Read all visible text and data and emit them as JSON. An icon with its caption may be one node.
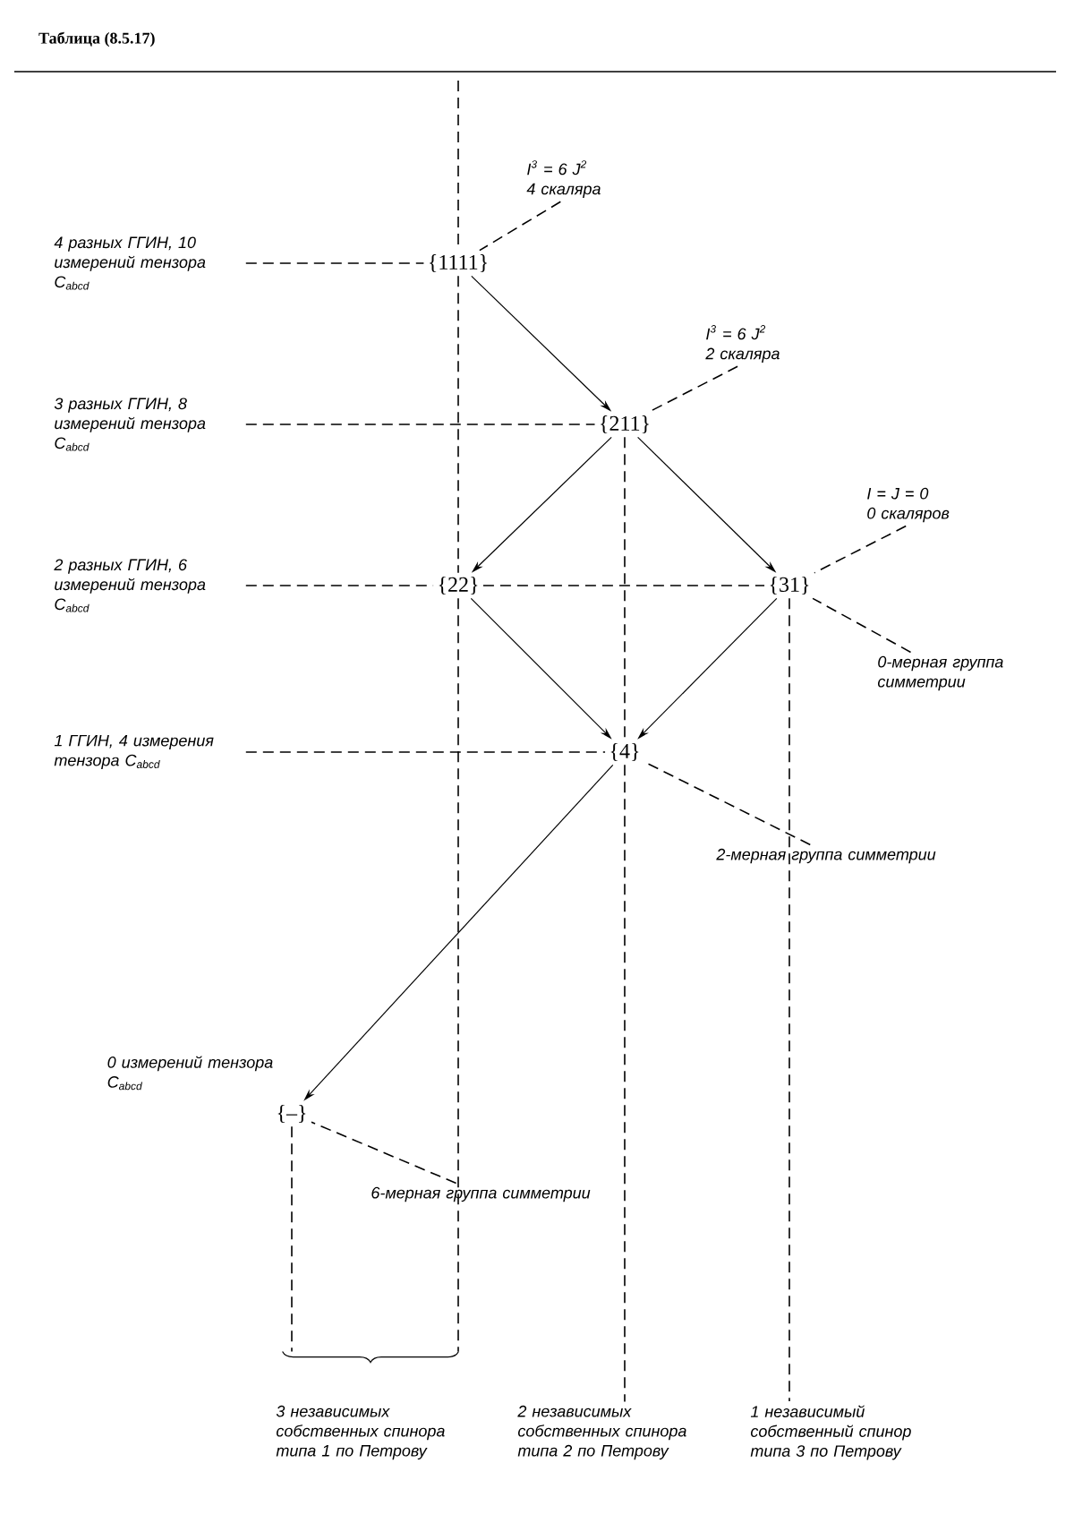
{
  "diagram": {
    "title": "Таблица (8.5.17)",
    "nodes": [
      {
        "text": [
          "4 разных ГГИН, 10 измерений тензора C$_{abcd}$"
        ]
      },
      {
        "text": [
          "{1111}"
        ]
      },
      {
        "text": [
          "I$^{3}$ = 6 J$^{2}$",
          "4 скаляра"
        ]
      },
      {
        "text": [
          "3 разных ГГИН, 8 измерений тензора C$_{abcd}$"
        ]
      },
      {
        "text": [
          "{211}"
        ]
      },
      {
        "text": [
          "I$^{3}$ = 6 J$^{2}$",
          "2 скаляра"
        ]
      },
      {
        "text": [
          "2 разных ГГИН, 6 измерений тензора C$_{abcd}$"
        ]
      },
      {
        "text": [
          "{22}"
        ]
      },
      {
        "text": [
          "{31}"
        ]
      },
      {
        "text": [
          "I = J = 0",
          "0 скаляров"
        ]
      },
      {
        "text": [
          "0-мерная группа симметрии"
        ]
      },
      {
        "text": [
          "1 ГГИН, 4 измерения тензора C$_{abcd}$"
        ]
      },
      {
        "text": [
          "{4}"
        ]
      },
      {
        "text": [
          "2-мерная группа симметрии"
        ]
      },
      {
        "text": [
          "{–}"
        ],
        "beside": [
          "0 измерений тензора C$_{abcd}$"
        ]
      },
      {
        "text": [
          "6-мерная группа симметрии"
        ]
      },
      {
        "text": [],
        "shape": "bracket"
      },
      {
        "text": [
          "3 независимых собственных спинора типа 1 по Петрову"
        ]
      },
      {
        "text": [
          "2 независимых собственных спинора типа 2 по Петрову"
        ]
      },
      {
        "text": [
          "1 независимый собственный спинор типа 3 по Петрову"
        ]
      }
    ],
    "edges": [
      {
        "from": null,
        "to": 1,
        "arrow": "none",
        "style": "dashed"
      },
      {
        "from": 0,
        "to": 1,
        "arrow": "none",
        "style": "dashed"
      },
      {
        "from": 2,
        "to": 1,
        "arrow": "none",
        "style": "dashed"
      },
      {
        "from": 1,
        "to": 4,
        "arrow": "to"
      },
      {
        "from": 1,
        "to": 7,
        "arrow": "none",
        "style": "dashed"
      },
      {
        "from": 3,
        "to": 4,
        "arrow": "none",
        "style": "dashed"
      },
      {
        "from": 5,
        "to": 4,
        "arrow": "none",
        "style": "dashed"
      },
      {
        "from": 4,
        "to": 7,
        "arrow": "to"
      },
      {
        "from": 4,
        "to": 8,
        "arrow": "to"
      },
      {
        "from": 4,
        "to": 12,
        "arrow": "none",
        "style": "dashed"
      },
      {
        "from": 6,
        "to": 7,
        "arrow": "none",
        "style": "dashed"
      },
      {
        "from": 7,
        "to": 8,
        "arrow": "none",
        "style": "dashed"
      },
      {
        "from": 9,
        "to": 8,
        "arrow": "none",
        "style": "dashed"
      },
      {
        "from": 10,
        "to": 8,
        "arrow": "none",
        "style": "dashed"
      },
      {
        "from": 7,
        "to": 12,
        "arrow": "to"
      },
      {
        "from": 8,
        "to": 12,
        "arrow": "to"
      },
      {
        "from": 11,
        "to": 12,
        "arrow": "none",
        "style": "dashed"
      },
      {
        "from": 13,
        "to": 12,
        "arrow": "none",
        "style": "dashed"
      },
      {
        "from": 12,
        "to": 14,
        "arrow": "to"
      },
      {
        "from": 15,
        "to": 14,
        "arrow": "none",
        "style": "dashed"
      },
      {
        "from": 7,
        "to": 16,
        "arrow": "none",
        "style": "dashed"
      },
      {
        "from": 14,
        "to": 16,
        "arrow": "none",
        "style": "dashed"
      },
      {
        "from": 12,
        "to": 18,
        "arrow": "none",
        "style": "dashed"
      },
      {
        "from": 8,
        "to": 19,
        "arrow": "none",
        "style": "dashed"
      }
    ]
  }
}
